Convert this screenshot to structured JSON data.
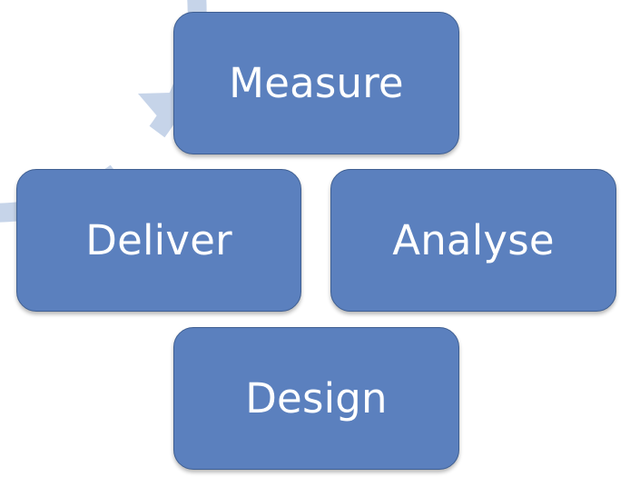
{
  "diagram": {
    "colors": {
      "box_fill": "#5b80be",
      "box_border": "#3f5f92",
      "ring": "#c6d4e9",
      "text": "#ffffff"
    },
    "nodes": [
      {
        "label": "Measure"
      },
      {
        "label": "Analyse"
      },
      {
        "label": "Design"
      },
      {
        "label": "Deliver"
      }
    ]
  }
}
